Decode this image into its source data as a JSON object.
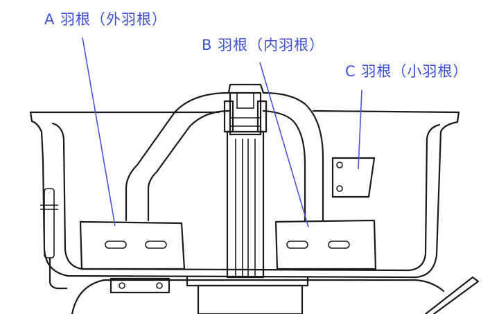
{
  "labels": {
    "blade_a": "A 羽根（外羽根）",
    "blade_b": "B 羽根（内羽根）",
    "blade_c": "C 羽根（小羽根）"
  },
  "colors": {
    "label": "#3b4fd8",
    "leader_line": "#4a55d8",
    "outline": "#1a1a1a",
    "paddle_fill": "#eef3e6",
    "core_fill": "#eaf4da",
    "nut_fill": "#cfe3b8"
  }
}
